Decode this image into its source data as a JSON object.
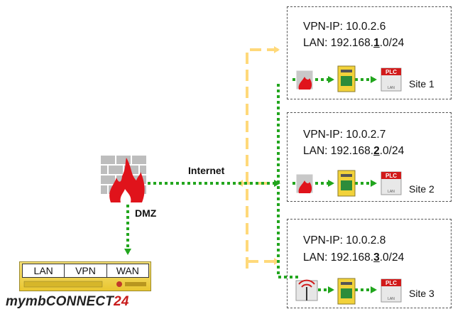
{
  "network": {
    "internet_label": "Internet",
    "dmz_label": "DMZ"
  },
  "sites": [
    {
      "vpn_ip": "VPN-IP: 10.0.2.6",
      "lan_prefix": "LAN: 192.168.",
      "lan_octet": "1",
      "lan_suffix": ".0/24",
      "label": "Site 1"
    },
    {
      "vpn_ip": "VPN-IP: 10.0.2.7",
      "lan_prefix": "LAN: 192.168.",
      "lan_octet": "2",
      "lan_suffix": ".0/24",
      "label": "Site 2"
    },
    {
      "vpn_ip": "VPN-IP: 10.0.2.8",
      "lan_prefix": "LAN: 192.168.",
      "lan_octet": "3",
      "lan_suffix": ".0/24",
      "label": "Site 3"
    }
  ],
  "server": {
    "ports": [
      "LAN",
      "VPN",
      "WAN"
    ],
    "brand_prefix": "mymb",
    "brand_main": "CONNECT",
    "brand_suffix": "24"
  },
  "device_labels": {
    "plc": "PLC",
    "plc_sub": "LAN"
  },
  "colors": {
    "vpn_tunnel": "#ffd97a",
    "lan_link": "#22a61e",
    "firewall_flame": "#e0131b",
    "router_yellow": "#f2d23a",
    "plc_red": "#d11a1a"
  }
}
